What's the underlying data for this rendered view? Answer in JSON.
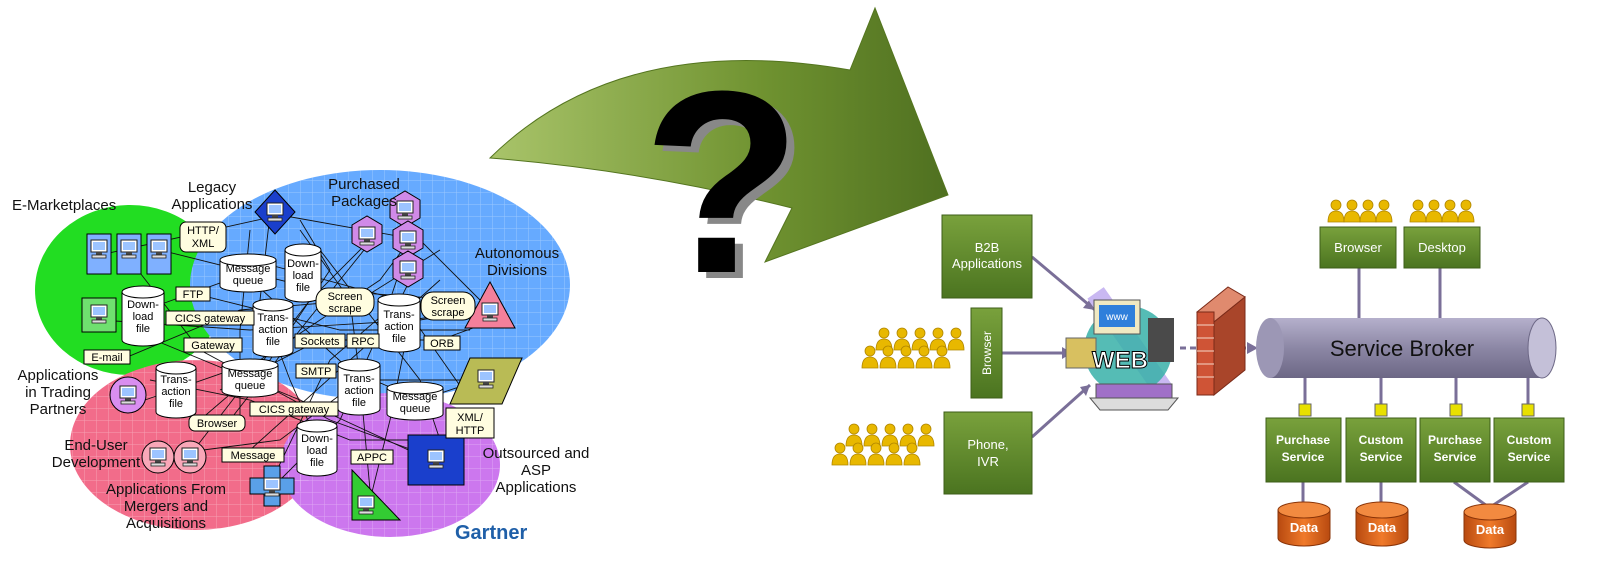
{
  "left_diagram": {
    "regions": {
      "e_marketplaces": "E-Marketplaces",
      "legacy": [
        "Legacy",
        "Applications"
      ],
      "purchased": [
        "Purchased",
        "Packages"
      ],
      "autonomous": [
        "Autonomous",
        "Divisions"
      ],
      "trading_partners": [
        "Applications",
        "in Trading",
        "Partners"
      ],
      "end_user": [
        "End-User",
        "Development"
      ],
      "mergers": [
        "Applications From",
        "Mergers and",
        "Acquisitions"
      ],
      "outsourced": [
        "Outsourced and",
        "ASP",
        "Applications"
      ]
    },
    "labels": {
      "http_xml": [
        "HTTP/",
        "XML"
      ],
      "ftp": "FTP",
      "cics1": "CICS gateway",
      "gateway": "Gateway",
      "email": "E-mail",
      "browser": "Browser",
      "message": "Message",
      "cics2": "CICS gateway",
      "sockets": "Sockets",
      "rpc": "RPC",
      "smtp": "SMTP",
      "orb": "ORB",
      "appc": "APPC",
      "xml_http": [
        "XML/",
        "HTTP"
      ],
      "screen_scrape1": [
        "Screen",
        "scrape"
      ],
      "screen_scrape2": [
        "Screen",
        "scrape"
      ]
    },
    "stores": {
      "download1": [
        "Down-",
        "load",
        "file"
      ],
      "download2": [
        "Down-",
        "load",
        "file"
      ],
      "download3": [
        "Down-",
        "load",
        "file"
      ],
      "mq1": [
        "Message",
        "queue"
      ],
      "mq2": [
        "Message",
        "queue"
      ],
      "mq3": [
        "Message",
        "queue"
      ],
      "tf1": [
        "Trans-",
        "action",
        "file"
      ],
      "tf2": [
        "Trans-",
        "action",
        "file"
      ],
      "tf3": [
        "Trans-",
        "action",
        "file"
      ],
      "tf4": [
        "Trans-",
        "action",
        "file"
      ]
    },
    "brand": "Gartner"
  },
  "question_mark": "?",
  "right_diagram": {
    "b2b": [
      "B2B",
      "Applications"
    ],
    "browser_vertical": "Browser",
    "phone": [
      "Phone,",
      "IVR"
    ],
    "web": "WEB",
    "www": "www",
    "browser": "Browser",
    "desktop": "Desktop",
    "service_broker": "Service Broker",
    "services": [
      [
        "Purchase",
        "Service"
      ],
      [
        "Custom",
        "Service"
      ],
      [
        "Purchase",
        "Service"
      ],
      [
        "Custom",
        "Service"
      ]
    ],
    "data": [
      "Data",
      "Data",
      "Data"
    ]
  },
  "colors": {
    "green_region": "#22dd22",
    "blue_region": "#66aaff",
    "pink_region": "#f26c8a",
    "purple_region": "#cc77ee",
    "arrow_green": "#6f9230",
    "box_green": "#5e8a2c",
    "broker": "#8c87a5",
    "data": "#e0661c",
    "people": "#e8b800",
    "gartner_blue": "#1f5fa8"
  }
}
